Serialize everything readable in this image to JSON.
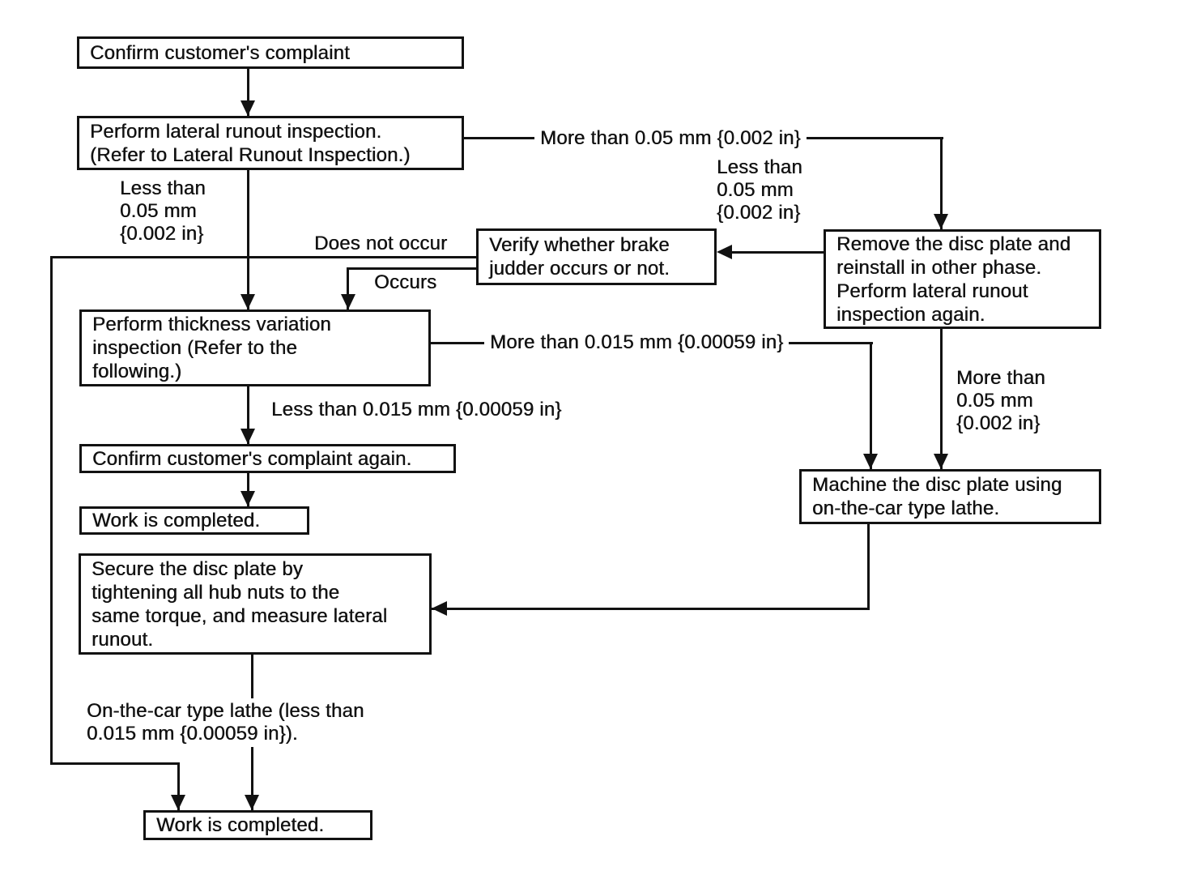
{
  "diagram": {
    "title": "Brake disc plate judder diagnosis flowchart",
    "colors": {
      "ink": "#121212",
      "background": "#ffffff"
    },
    "nodes": {
      "confirm_complaint": "Confirm customer's complaint",
      "lateral_runout": "Perform lateral runout inspection.\n(Refer to Lateral Runout Inspection.)",
      "verify_judder": "Verify whether brake\njudder occurs or not.",
      "remove_disc": "Remove the disc plate and\nreinstall in other phase.\nPerform lateral runout\ninspection again.",
      "thickness_variation": "Perform thickness variation\ninspection (Refer to the\nfollowing.)",
      "confirm_again": "Confirm customer's complaint again.",
      "work_completed_top": "Work is completed.",
      "machine_disc": "Machine the disc plate using\non-the-car type lathe.",
      "secure_disc": "Secure the disc plate by\ntightening all hub nuts to the\nsame torque, and measure lateral\nrunout.",
      "work_completed_bottom": "Work is completed."
    },
    "labels": {
      "more_than_005": "More than 0.05 mm {0.002 in}",
      "less_than_005_right": "Less than\n0.05 mm\n{0.002 in}",
      "less_than_005_left": "Less than\n0.05 mm\n{0.002 in}",
      "does_not_occur": "Does not occur",
      "occurs": "Occurs",
      "more_than_0015": "More than 0.015 mm {0.00059 in}",
      "less_than_0015": "Less than 0.015 mm {0.00059 in}",
      "more_than_005_lower": "More than\n0.05 mm\n{0.002 in}",
      "on_car_lathe": "On-the-car type lathe (less than\n0.015 mm {0.00059 in})."
    }
  }
}
